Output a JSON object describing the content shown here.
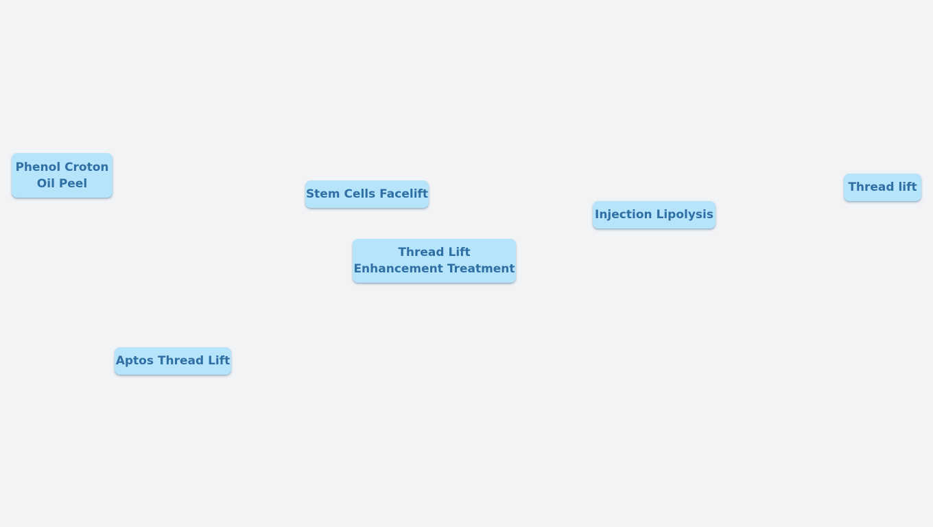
{
  "nodes": {
    "phenol_croton": {
      "line1": "Phenol Croton",
      "line2": "Oil Peel"
    },
    "stem_cells": {
      "label": "Stem Cells Facelift"
    },
    "thread_lift_center": {
      "line1": "Thread Lift",
      "line2": "Enhancement Treatment"
    },
    "injection_lipolysis": {
      "label": "Injection Lipolysis"
    },
    "thread_lift_right": {
      "label": "Thread lift"
    },
    "aptos": {
      "label": "Aptos Thread Lift"
    }
  },
  "colors": {
    "background": "#f2f3f5",
    "node_fill": "#b5e4fb",
    "node_text": "#2f6fa3"
  }
}
